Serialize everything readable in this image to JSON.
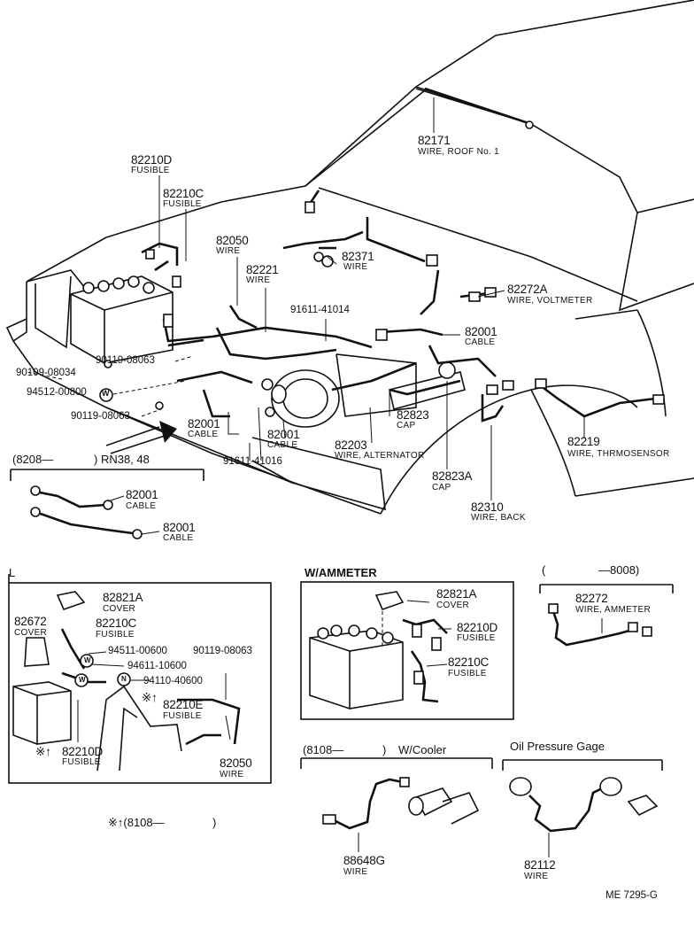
{
  "main_diagram": {
    "labels": [
      {
        "part": "82171",
        "desc": "WIRE, ROOF No. 1"
      },
      {
        "part": "82210D",
        "desc": "FUSIBLE"
      },
      {
        "part": "82210C",
        "desc": "FUSIBLE"
      },
      {
        "part": "82050",
        "desc": "WIRE"
      },
      {
        "part": "82371",
        "desc": "WIRE"
      },
      {
        "part": "82221",
        "desc": "WIRE"
      },
      {
        "part": "82272A",
        "desc": "WIRE, VOLTMETER"
      },
      {
        "part": "91611-41014",
        "desc": ""
      },
      {
        "part": "82001",
        "desc": "CABLE"
      },
      {
        "part": "90109-08034",
        "desc": ""
      },
      {
        "part": "90119-08063",
        "desc": ""
      },
      {
        "part": "94512-00800",
        "desc": ""
      },
      {
        "part": "90119-08063",
        "desc": ""
      },
      {
        "part": "82001",
        "desc": "CABLE"
      },
      {
        "part": "82001",
        "desc": "CABLE"
      },
      {
        "part": "82823",
        "desc": "CAP"
      },
      {
        "part": "82203",
        "desc": "WIRE, ALTERNATOR"
      },
      {
        "part": "91611-41016",
        "desc": ""
      },
      {
        "part": "82823A",
        "desc": "CAP"
      },
      {
        "part": "82310",
        "desc": "WIRE, BACK"
      },
      {
        "part": "82219",
        "desc": "WIRE, THRMOSENSOR"
      }
    ],
    "washer_mark": "W",
    "range_note": {
      "open": "(8208—",
      "close": ") RN38, 48"
    },
    "range_parts": [
      {
        "part": "82001",
        "desc": "CABLE"
      },
      {
        "part": "82001",
        "desc": "CABLE"
      }
    ]
  },
  "panel_l": {
    "title": "L",
    "labels": [
      {
        "part": "82821A",
        "desc": "COVER"
      },
      {
        "part": "82672",
        "desc": "COVER"
      },
      {
        "part": "82210C",
        "desc": "FUSIBLE"
      },
      {
        "part": "94511-00600",
        "desc": ""
      },
      {
        "part": "90119-08063",
        "desc": ""
      },
      {
        "part": "94611-10600",
        "desc": ""
      },
      {
        "part": "94110-40600",
        "desc": ""
      },
      {
        "part": "82210E",
        "desc": "FUSIBLE"
      },
      {
        "part": "82210D",
        "desc": "FUSIBLE"
      },
      {
        "part": "82050",
        "desc": "WIRE"
      }
    ],
    "mark_prefix": "※↑",
    "footnote": {
      "open": "※↑(8108—",
      "close": ")"
    },
    "circle_marks": [
      "W",
      "W",
      "N"
    ]
  },
  "panel_ammeter": {
    "title": "W/AMMETER",
    "labels": [
      {
        "part": "82821A",
        "desc": "COVER"
      },
      {
        "part": "82210D",
        "desc": "FUSIBLE"
      },
      {
        "part": "82210C",
        "desc": "FUSIBLE"
      }
    ]
  },
  "panel_8008": {
    "title": {
      "open": "(",
      "close": "—8008)"
    },
    "labels": [
      {
        "part": "82272",
        "desc": "WIRE, AMMETER"
      }
    ]
  },
  "panel_cooler": {
    "title": {
      "open": "(8108—",
      "close": ")",
      "suffix": "W/Cooler"
    },
    "labels": [
      {
        "part": "88648G",
        "desc": "WIRE"
      }
    ]
  },
  "panel_oil": {
    "title": "Oil Pressure Gage",
    "labels": [
      {
        "part": "82112",
        "desc": "WIRE"
      }
    ]
  },
  "footer": {
    "code": "ME  7295-G"
  }
}
